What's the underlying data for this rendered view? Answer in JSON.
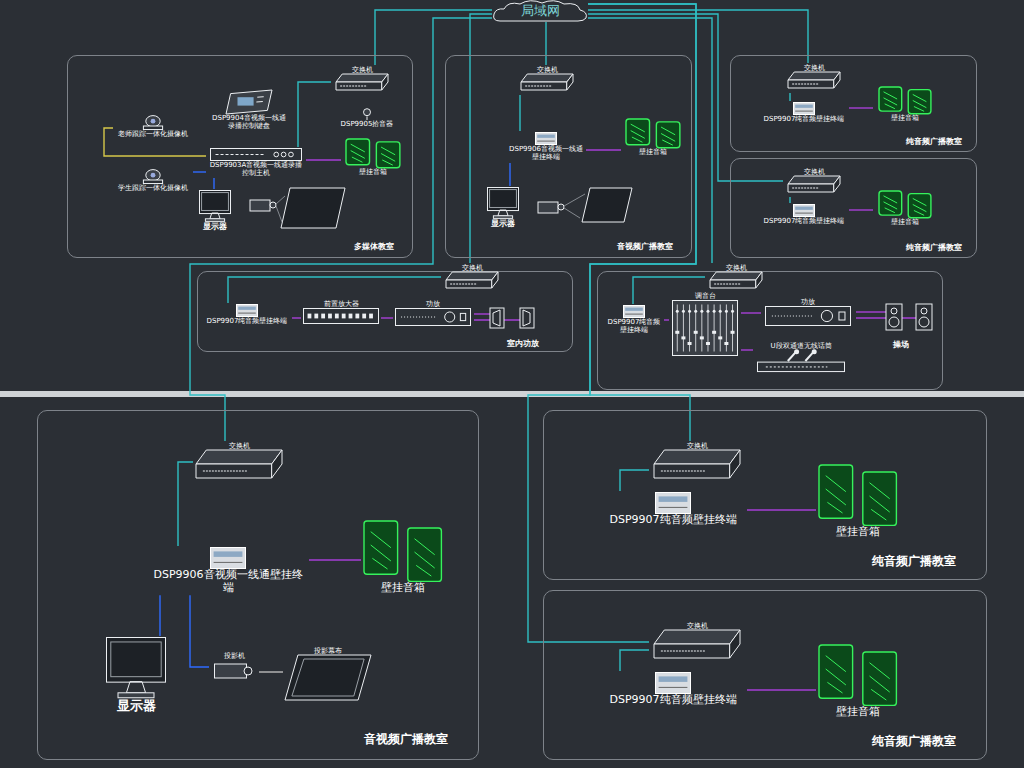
{
  "diagram": {
    "nodes": [
      {
        "text": [
          "局域网"
        ]
      },
      {
        "text": [
          "多媒体教室"
        ]
      },
      {
        "text": [
          "交换机"
        ],
        "in": 1
      },
      {
        "text": [
          "老师跟踪一体化摄像机"
        ],
        "in": 1
      },
      {
        "text": [
          "学生跟踪一体化摄像机"
        ],
        "in": 1
      },
      {
        "text": [
          "DSP9904音视频一线通录播控制键盘"
        ],
        "in": 1
      },
      {
        "text": [
          "DSP9903A音视频一线通录播控制主机"
        ],
        "in": 1
      },
      {
        "text": [
          "DSP9905拾音器"
        ],
        "in": 1
      },
      {
        "text": [
          "壁挂音箱"
        ],
        "in": 1
      },
      {
        "text": [
          "显示器"
        ],
        "in": 1
      },
      {
        "text": [
          "音视频广播教室"
        ]
      },
      {
        "text": [
          "交换机"
        ],
        "in": 10
      },
      {
        "text": [
          "DSP9906音视频一线通壁挂终端"
        ],
        "in": 10
      },
      {
        "text": [
          "壁挂音箱"
        ],
        "in": 10
      },
      {
        "text": [
          "显示器"
        ],
        "in": 10
      },
      {
        "text": [
          "纯音频广播教室"
        ]
      },
      {
        "text": [
          "交换机"
        ],
        "in": 15
      },
      {
        "text": [
          "DSP9907纯音频壁挂终端"
        ],
        "in": 15
      },
      {
        "text": [
          "壁挂音箱"
        ],
        "in": 15
      },
      {
        "text": [
          "纯音频广播教室"
        ]
      },
      {
        "text": [
          "交换机"
        ],
        "in": 19
      },
      {
        "text": [
          "DSP9907纯音频壁挂终端"
        ],
        "in": 19
      },
      {
        "text": [
          "壁挂音箱"
        ],
        "in": 19
      },
      {
        "text": [
          "室内功放"
        ]
      },
      {
        "text": [
          "交换机"
        ],
        "in": 23
      },
      {
        "text": [
          "DSP9907纯音频壁挂终端"
        ],
        "in": 23
      },
      {
        "text": [
          "前置放大器"
        ],
        "in": 23
      },
      {
        "text": [
          "功放"
        ],
        "in": 23
      },
      {
        "text": [
          "操场"
        ]
      },
      {
        "text": [
          "交换机"
        ],
        "in": 28
      },
      {
        "text": [
          "DSP9907纯音频壁挂终端"
        ],
        "in": 28
      },
      {
        "text": [
          "调音台"
        ],
        "in": 28
      },
      {
        "text": [
          "功放"
        ],
        "in": 28
      },
      {
        "text": [
          "U段双通道无线话筒"
        ],
        "in": 28
      },
      {
        "text": [
          "音视频广播教室"
        ]
      },
      {
        "text": [
          "交换机"
        ],
        "in": 34
      },
      {
        "text": [
          "DSP9906音视频一线通壁挂终端"
        ],
        "in": 34
      },
      {
        "text": [
          "壁挂音箱"
        ],
        "in": 34
      },
      {
        "text": [
          "显示器"
        ],
        "in": 34
      },
      {
        "text": [
          "投影机"
        ],
        "in": 34
      },
      {
        "text": [
          "投影幕布"
        ],
        "in": 34
      },
      {
        "text": [
          "纯音频广播教室"
        ]
      },
      {
        "text": [
          "交换机"
        ],
        "in": 41
      },
      {
        "text": [
          "DSP9907纯音频壁挂终端"
        ],
        "in": 41
      },
      {
        "text": [
          "壁挂音箱"
        ],
        "in": 41
      },
      {
        "text": [
          "纯音频广播教室"
        ]
      },
      {
        "text": [
          "交换机"
        ],
        "in": 45
      },
      {
        "text": [
          "DSP9907纯音频壁挂终端"
        ],
        "in": 45
      },
      {
        "text": [
          "壁挂音箱"
        ],
        "in": 45
      }
    ],
    "edges": [
      {
        "from": 0,
        "to": 2,
        "arrow": "none"
      },
      {
        "from": 2,
        "to": 6,
        "arrow": "none"
      },
      {
        "from": 3,
        "to": 6,
        "arrow": "none"
      },
      {
        "from": 4,
        "to": 6,
        "arrow": "none"
      },
      {
        "from": 6,
        "to": 8,
        "arrow": "none"
      },
      {
        "from": 6,
        "to": 9,
        "arrow": "none"
      },
      {
        "from": 0,
        "to": 11,
        "arrow": "none"
      },
      {
        "from": 11,
        "to": 12,
        "arrow": "none"
      },
      {
        "from": 12,
        "to": 13,
        "arrow": "none"
      },
      {
        "from": 12,
        "to": 14,
        "arrow": "none"
      },
      {
        "from": 0,
        "to": 16,
        "arrow": "none"
      },
      {
        "from": 16,
        "to": 17,
        "arrow": "none"
      },
      {
        "from": 17,
        "to": 18,
        "arrow": "none"
      },
      {
        "from": 0,
        "to": 20,
        "arrow": "none"
      },
      {
        "from": 20,
        "to": 21,
        "arrow": "none"
      },
      {
        "from": 21,
        "to": 22,
        "arrow": "none"
      },
      {
        "from": 0,
        "to": 24,
        "arrow": "none"
      },
      {
        "from": 24,
        "to": 25,
        "arrow": "none"
      },
      {
        "from": 25,
        "to": 26,
        "arrow": "none"
      },
      {
        "from": 26,
        "to": 27,
        "arrow": "none"
      },
      {
        "from": 0,
        "to": 29,
        "arrow": "none"
      },
      {
        "from": 29,
        "to": 30,
        "arrow": "none"
      },
      {
        "from": 30,
        "to": 31,
        "arrow": "none"
      },
      {
        "from": 31,
        "to": 32,
        "arrow": "none"
      },
      {
        "from": 33,
        "to": 31,
        "arrow": "none"
      },
      {
        "from": 0,
        "to": 35,
        "arrow": "none"
      },
      {
        "from": 35,
        "to": 36,
        "arrow": "none"
      },
      {
        "from": 36,
        "to": 37,
        "arrow": "none"
      },
      {
        "from": 36,
        "to": 38,
        "arrow": "none"
      },
      {
        "from": 36,
        "to": 39,
        "arrow": "none"
      },
      {
        "from": 39,
        "to": 40,
        "arrow": "none"
      },
      {
        "from": 0,
        "to": 42,
        "arrow": "none"
      },
      {
        "from": 42,
        "to": 43,
        "arrow": "none"
      },
      {
        "from": 43,
        "to": 44,
        "arrow": "none"
      },
      {
        "from": 0,
        "to": 46,
        "arrow": "none"
      },
      {
        "from": 46,
        "to": 47,
        "arrow": "none"
      },
      {
        "from": 47,
        "to": 48,
        "arrow": "none"
      }
    ]
  }
}
